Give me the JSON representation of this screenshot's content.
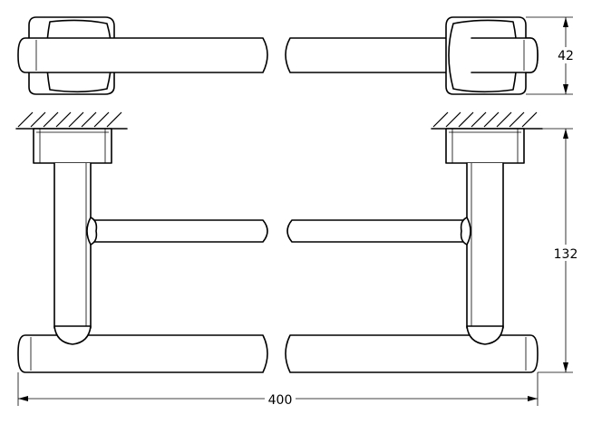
{
  "dimensions": {
    "depth": "42",
    "height": "132",
    "width": "400"
  },
  "colors": {
    "line": "#000000",
    "background": "#ffffff"
  }
}
